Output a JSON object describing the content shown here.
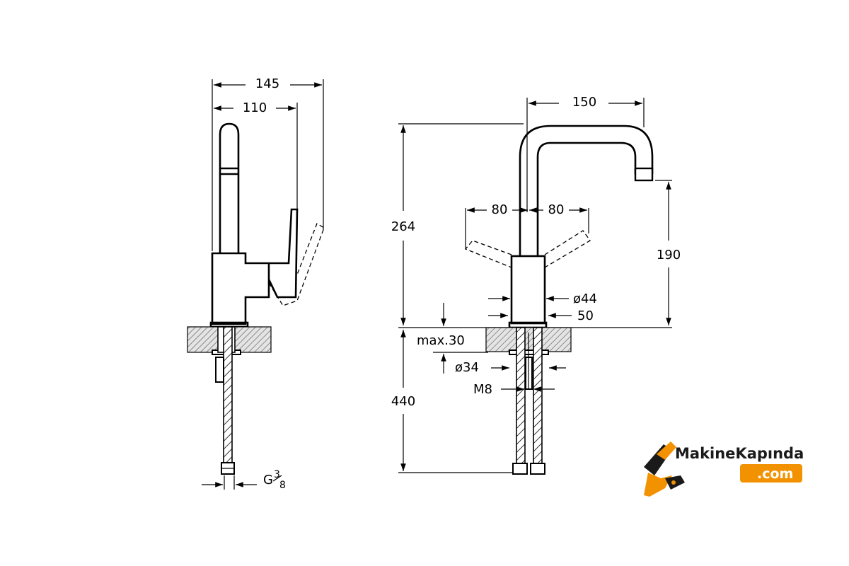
{
  "side_view": {
    "dim_145": "145",
    "dim_110": "110",
    "thread_prefix": "G",
    "thread_num": "3",
    "thread_den": "8"
  },
  "front_view": {
    "dim_150": "150",
    "dim_264": "264",
    "dim_190": "190",
    "dim_80_left": "80",
    "dim_80_right": "80",
    "dim_d44": "ø44",
    "dim_50": "50",
    "dim_max30": "max.30",
    "dim_d34": "ø34",
    "dim_m8": "M8",
    "dim_440": "440"
  },
  "logo": {
    "name": "MakineKapında",
    "domain": ".com",
    "accent_color": "#f39200"
  }
}
